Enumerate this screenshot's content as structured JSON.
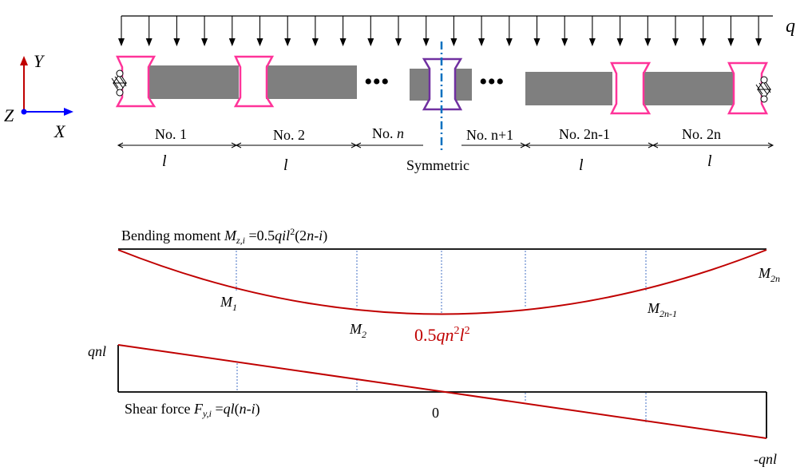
{
  "load_label": "q",
  "axes": {
    "y": "Y",
    "x": "X",
    "z": "Z"
  },
  "segments": [
    {
      "label": "No. 1",
      "length": "l"
    },
    {
      "label": "No. 2",
      "length": "l"
    },
    {
      "label": "No. n",
      "length": ""
    },
    {
      "label": "No. n+1",
      "length": ""
    },
    {
      "label": "No. 2n-1",
      "length": "l"
    },
    {
      "label": "No. 2n",
      "length": "l"
    }
  ],
  "symmetric_label": "Symmetric",
  "ellipsis": "•••",
  "moment": {
    "title_prefix": "Bending moment ",
    "title_var": "M",
    "title_sub": "z,i",
    "title_eq": " =0.5",
    "title_expr1": "qil",
    "title_sup": "2",
    "title_expr2": "(2",
    "title_expr3": "n-i",
    "title_expr4": ")",
    "m1_var": "M",
    "m1_sub": "1",
    "m2_var": "M",
    "m2_sub": "2",
    "mmid_pre": "0.5",
    "mmid_q": "qn",
    "mmid_sup1": "2",
    "mmid_l": "l",
    "mmid_sup2": "2",
    "m2n1_var": "M",
    "m2n1_sub": "2n-1",
    "m2n_var": "M",
    "m2n_sub": "2n"
  },
  "shear": {
    "title_prefix": "Shear force ",
    "title_var": "F",
    "title_sub": "y,i",
    "title_eq": " =",
    "title_expr": "ql",
    "title_expr2": "(",
    "title_expr3": "n-i",
    "title_expr4": ")",
    "top_label": "qnl",
    "zero_label": "0",
    "bottom_label": "-qnl"
  },
  "colors": {
    "beam": "#7f7f7f",
    "connector": "#ff3399",
    "center_connector": "#7030a0",
    "symmetry_line": "#0070c0",
    "curve": "#c00000",
    "guide": "#4472c4",
    "axis_y": "#c00000",
    "axis_x": "#0000ff"
  }
}
